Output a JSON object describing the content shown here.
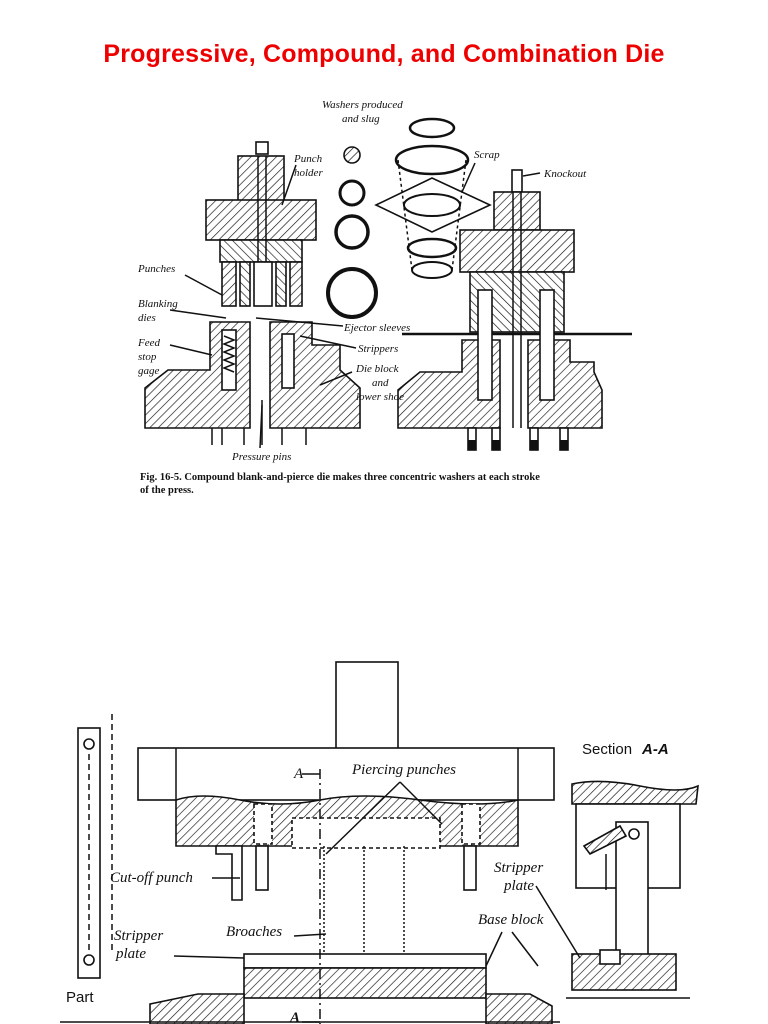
{
  "slide": {
    "title": "Progressive, Compound, and Combination Die"
  },
  "figure1": {
    "labels": {
      "washers": "Washers produced",
      "washers2": "and slug",
      "scrap": "Scrap",
      "knockout": "Knockout",
      "punch_holder": "Punch",
      "punch_holder2": "holder",
      "punches": "Punches",
      "blanking_dies": "Blanking",
      "blanking_dies2": "dies",
      "feed_stop": "Feed",
      "feed_stop2": "stop",
      "feed_stop3": "gage",
      "ejector_sleeves": "Ejector sleeves",
      "strippers": "Strippers",
      "die_block": "Die block",
      "die_block2": "and",
      "die_block3": "lower shoe",
      "pressure_pins": "Pressure pins"
    },
    "caption_line1": "Fig. 16-5. Compound blank-and-pierce die makes three concentric washers at each stroke",
    "caption_line2": "of the press."
  },
  "figure2": {
    "labels": {
      "section": "Section",
      "section_id": "A-A",
      "a_top": "A",
      "a_bottom": "A",
      "piercing_punches": "Piercing punches",
      "cutoff_punch": "Cut-off punch",
      "stripper_plate_left": "Stripper",
      "stripper_plate_left2": "plate",
      "stripper_plate_right": "Stripper",
      "stripper_plate_right2": "plate",
      "broaches": "Broaches",
      "base_block": "Base block",
      "part": "Part"
    }
  }
}
